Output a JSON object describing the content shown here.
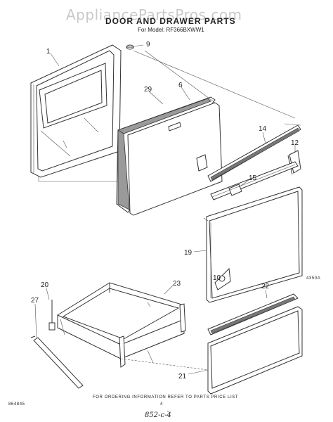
{
  "watermark": "AppliancePartsPros.com",
  "title": "DOOR AND DRAWER PARTS",
  "subtitle": "For Model: RF366BXWW1",
  "callouts": {
    "c1": "1",
    "c9": "9",
    "c29": "29",
    "c6": "6",
    "c14": "14",
    "c12": "12",
    "c15": "15",
    "c19": "19",
    "c10": "10",
    "c20": "20",
    "c23": "23",
    "c22": "22",
    "c27": "27",
    "c21": "21"
  },
  "code_right": "4350A",
  "footer_text": "FOR ORDERING INFORMATION REFER TO PARTS PRICE LIST",
  "footer_left": "864845",
  "page_number": "4",
  "handwritten_note": "852-c-4"
}
